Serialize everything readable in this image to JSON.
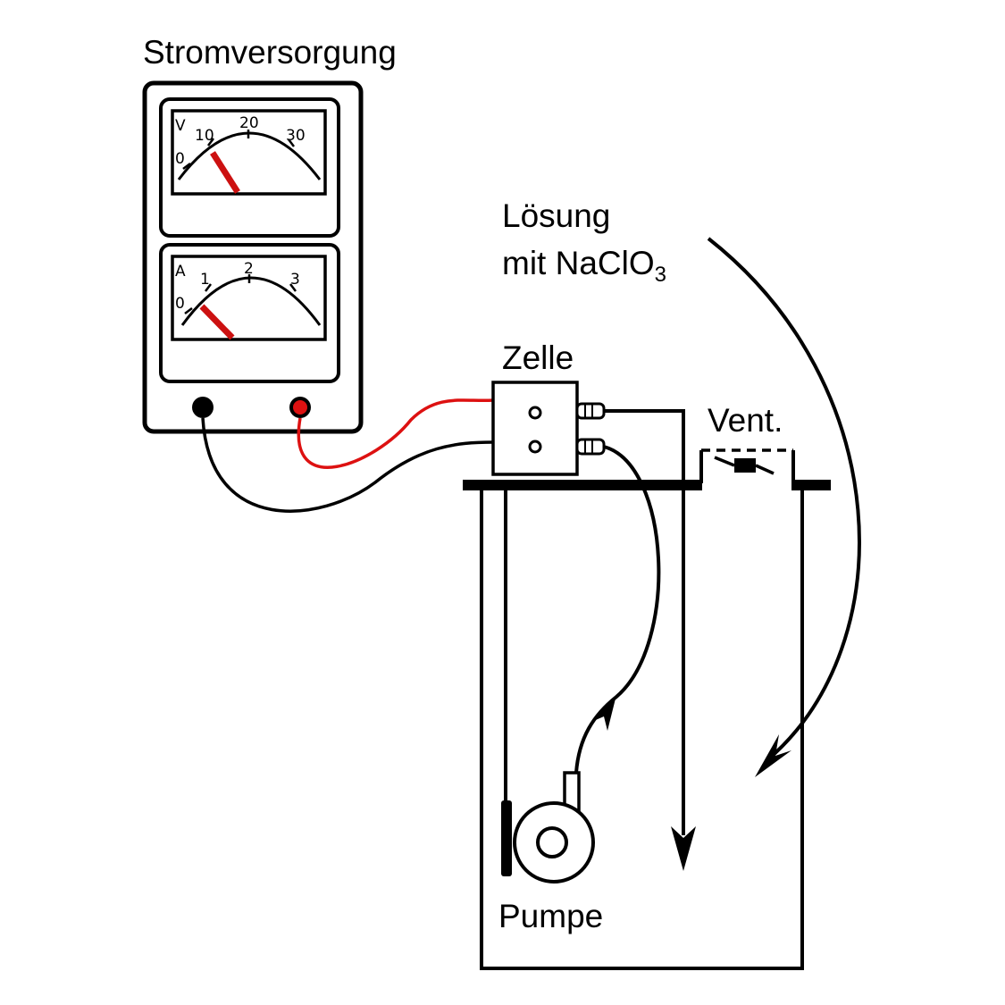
{
  "labels": {
    "power_supply": "Stromversorgung",
    "solution_line1": "Lösung",
    "solution_line2": "mit NaClO",
    "solution_subscript": "3",
    "cell": "Zelle",
    "valve": "Vent.",
    "pump": "Pumpe"
  },
  "voltmeter": {
    "unit": "V",
    "ticks": [
      "0",
      "10",
      "20",
      "30"
    ],
    "reading": 11
  },
  "ammeter": {
    "unit": "A",
    "ticks": [
      "0",
      "1",
      "2",
      "3"
    ],
    "reading": 0.4
  },
  "colors": {
    "line": "#000000",
    "needle": "#cc1111",
    "positive_wire": "#dd1111",
    "positive_terminal": "#dd1111",
    "negative_terminal": "#000000"
  }
}
